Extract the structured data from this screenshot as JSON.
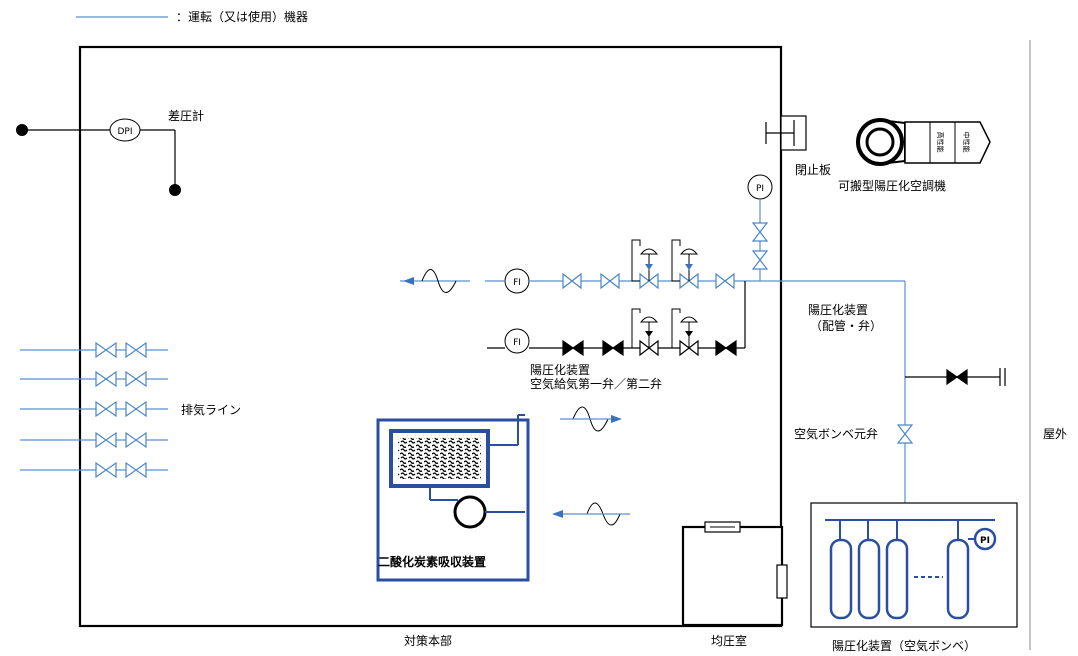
{
  "legend": {
    "label": "：運転（又は使用）機器",
    "line_color": "#5b8fd0"
  },
  "labels": {
    "differential_gauge": "差圧計",
    "dpi": "DPI",
    "blind_plate": "閉止板",
    "portable_ac": "可搬型陽圧化空調機",
    "pressurizer_piping": "陽圧化装置\n（配管・弁）",
    "pressurizer_supply_valves": "陽圧化装置\n空気給気第一弁／第二弁",
    "exhaust_line": "排気ライン",
    "air_cylinder_main_valve": "空気ボンベ元弁",
    "outdoor": "屋外",
    "co2_absorber": "二酸化炭素吸収装置",
    "hq": "対策本部",
    "equalizing_room": "均圧室",
    "pressurizer_cylinders": "陽圧化装置（空気ボンベ）",
    "fi_top": "FI",
    "fi_bottom": "FI",
    "pi_gauge": "PI",
    "pi_cylinder": "PI",
    "ac_filter_1": "高性能",
    "ac_filter_2": "中性能"
  },
  "colors": {
    "blue_pipe": "#5b8fd0",
    "black": "#000000",
    "absorber_blue": "#2a4fa0"
  }
}
